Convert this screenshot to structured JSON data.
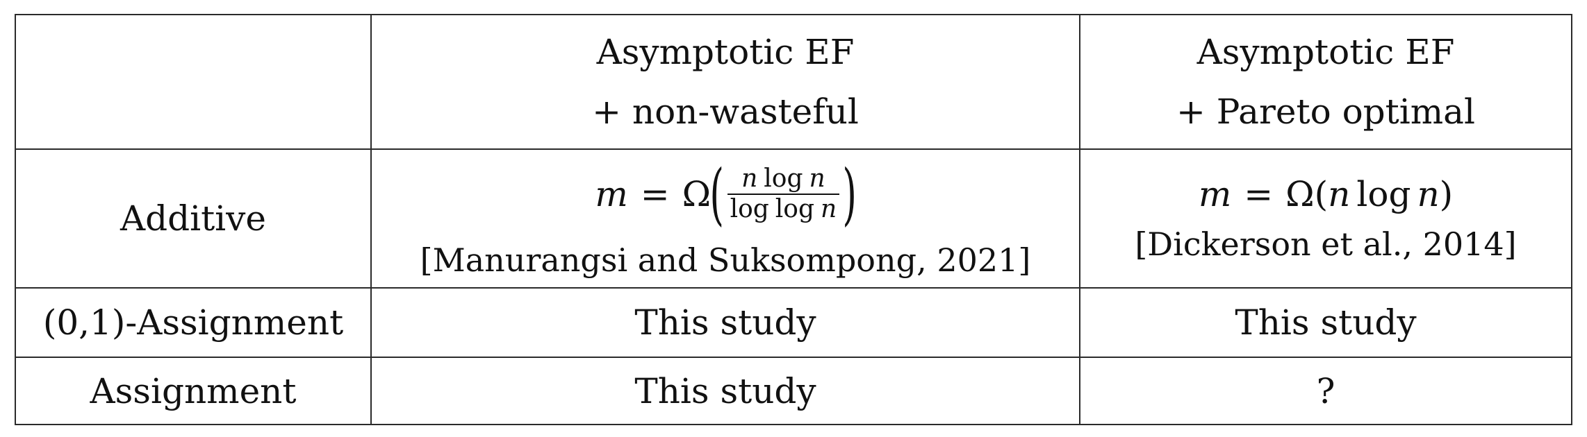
{
  "table": {
    "header": {
      "col2_line1": "Asymptotic EF",
      "col2_line2": "+ non-wasteful",
      "col3_line1": "Asymptotic EF",
      "col3_line2": "+ Pareto optimal"
    },
    "rows": [
      {
        "label": "Additive",
        "col2": {
          "formula": {
            "lhs": "m",
            "eq": "=",
            "omega": "Ω",
            "lparen": "(",
            "num_n": "n",
            "num_log": "log",
            "num_n2": "n",
            "den_log1": "log",
            "den_log2": "log",
            "den_n": "n",
            "rparen": ")"
          },
          "citation": "[Manurangsi and Suksompong, 2021]"
        },
        "col3": {
          "formula": {
            "lhs": "m",
            "eq": "=",
            "omega": "Ω",
            "lparen": "(",
            "n": "n",
            "log": "log",
            "n2": "n",
            "rparen": ")"
          },
          "citation": "[Dickerson et al., 2014]"
        }
      },
      {
        "label": "(0,1)-Assignment",
        "col2": "This study",
        "col3": "This study"
      },
      {
        "label": "Assignment",
        "col2": "This study",
        "col3": "?"
      }
    ]
  }
}
